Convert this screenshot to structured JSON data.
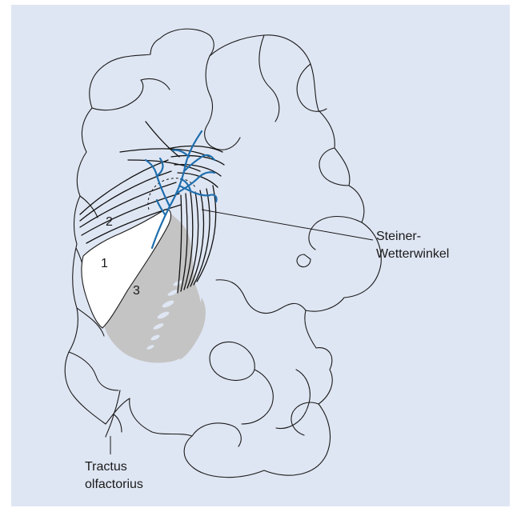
{
  "colors": {
    "background": "#dfe6f3",
    "border": "#ffffff",
    "gray_region": "#c4c4c4",
    "white_region": "#ffffff",
    "vessels": "#1f6fae",
    "lines": "#1a1a1a"
  },
  "region_labels": {
    "one": "1",
    "two": "2",
    "three": "3"
  },
  "annotations": {
    "steiner_line1": "Steiner-",
    "steiner_line2": "Wetterwinkel",
    "tractus_line1": "Tractus",
    "tractus_line2": "olfactorius"
  }
}
